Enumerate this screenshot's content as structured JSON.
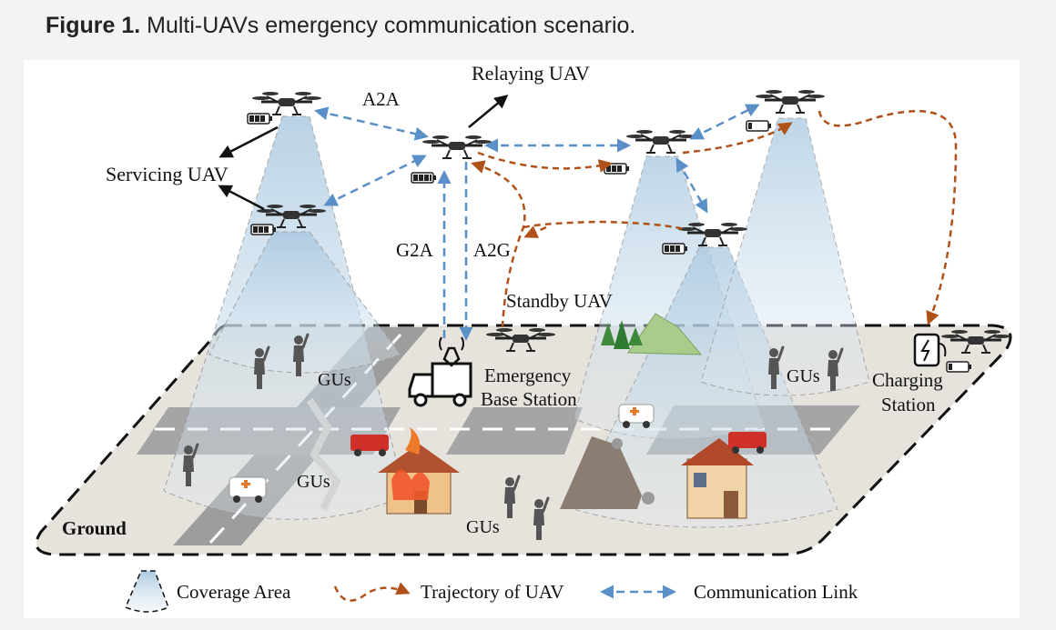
{
  "figure": {
    "label": "Figure 1.",
    "title": "Multi-UAVs emergency communication scenario."
  },
  "labels": {
    "relaying_uav": "Relaying UAV",
    "servicing_uav": "Servicing UAV",
    "standby_uav": "Standby UAV",
    "a2a": "A2A",
    "g2a": "G2A",
    "a2g": "A2G",
    "ebs_line1": "Emergency",
    "ebs_line2": "Base Station",
    "charging_line1": "Charging",
    "charging_line2": "Station",
    "ground": "Ground",
    "gus": "GUs"
  },
  "legend": {
    "coverage": "Coverage Area",
    "trajectory": "Trajectory of UAV",
    "link": "Communication Link"
  },
  "colors": {
    "link": "#5b8fc8",
    "trajectory": "#b0511a",
    "coverage_top": "#b9d2e6",
    "ground": "#e6e2db",
    "road": "#9a9a9a"
  }
}
